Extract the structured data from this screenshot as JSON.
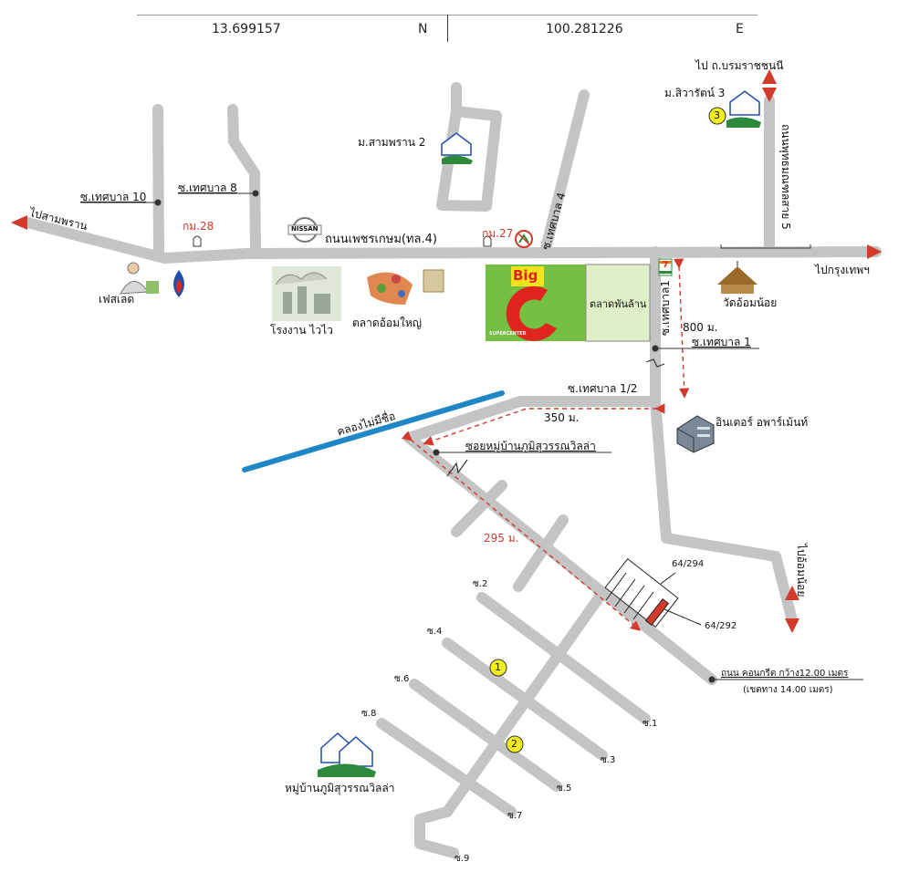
{
  "coords": {
    "lat": "13.699157",
    "lat_dir": "N",
    "lon": "100.281226",
    "lon_dir": "E"
  },
  "roads": {
    "main_road": "ถนนเพชรเกษม(ทล.4)",
    "to_sampran": "ไปสามพราน",
    "to_bangkok": "ไปกรุงเทพฯ",
    "to_boromrat": "ไป ถ.บรมราชชนนี",
    "to_omnoi": "ไปอ้อมน้อย",
    "phutthamonthon": "ถนนพุทธมณฑลสาย 5",
    "soi_thet_10": "ซ.เทศบาล 10",
    "soi_thet_8": "ซ.เทศบาล 8",
    "soi_thet_4": "ซ.เทศบาล 4",
    "soi_thet_1": "ซ.เทศบาล 1",
    "soi_thet_1v": "ซ.เทศบาล1",
    "soi_thet_1_2": "ซ.เทศบาล 1/2",
    "soi_village": "ซอยหมู่บ้านภูมิสุวรรณวิลล่า",
    "canal": "คลองไม่มีชื่อ",
    "road_note": "ถนน คอนกรีต กว้าง12.00 เมตร",
    "road_note2": "(เขตทาง 14.00 เมตร)"
  },
  "km": {
    "km28": "กม.28",
    "km27": "กม.27"
  },
  "distances": {
    "d800": "800 ม.",
    "d350": "350 ม.",
    "d295": "295 ม."
  },
  "places": {
    "sampran2": "ม.สามพราน 2",
    "siwarat3": "ม.สิวารัตน์ 3",
    "festled": "เฟสเลด",
    "factory": "โรงงาน ไวไว",
    "market": "ตลาดอ้อมใหญ่",
    "store": "ตลาดพันล้าน",
    "temple": "วัดอ้อมน้อย",
    "apartment": "อินเตอร์ อพาร์เม้นท์",
    "village": "หมู่บ้านภูมิสุวรรณวิลล่า",
    "nissan": "NISSAN",
    "bigc_big": "Big",
    "bigc_c": "C",
    "bigc_sub": "SUPERCENTER",
    "seven": "7"
  },
  "plots": {
    "p1": "64/294",
    "p2": "64/292"
  },
  "markers": {
    "m1": "1",
    "m2": "2",
    "m3": "3"
  },
  "sois": {
    "s1": "ซ.1",
    "s2": "ซ.2",
    "s3": "ซ.3",
    "s4": "ซ.4",
    "s5": "ซ.5",
    "s6": "ซ.6",
    "s7": "ซ.7",
    "s8": "ซ.8",
    "s9": "ซ.9"
  },
  "colors": {
    "road": "#c4c4c4",
    "canal": "#1f86c8",
    "arrow": "#d23a2c",
    "marker": "#f2ee1e",
    "bigc": "#73c043",
    "store": "#dff0c8"
  }
}
